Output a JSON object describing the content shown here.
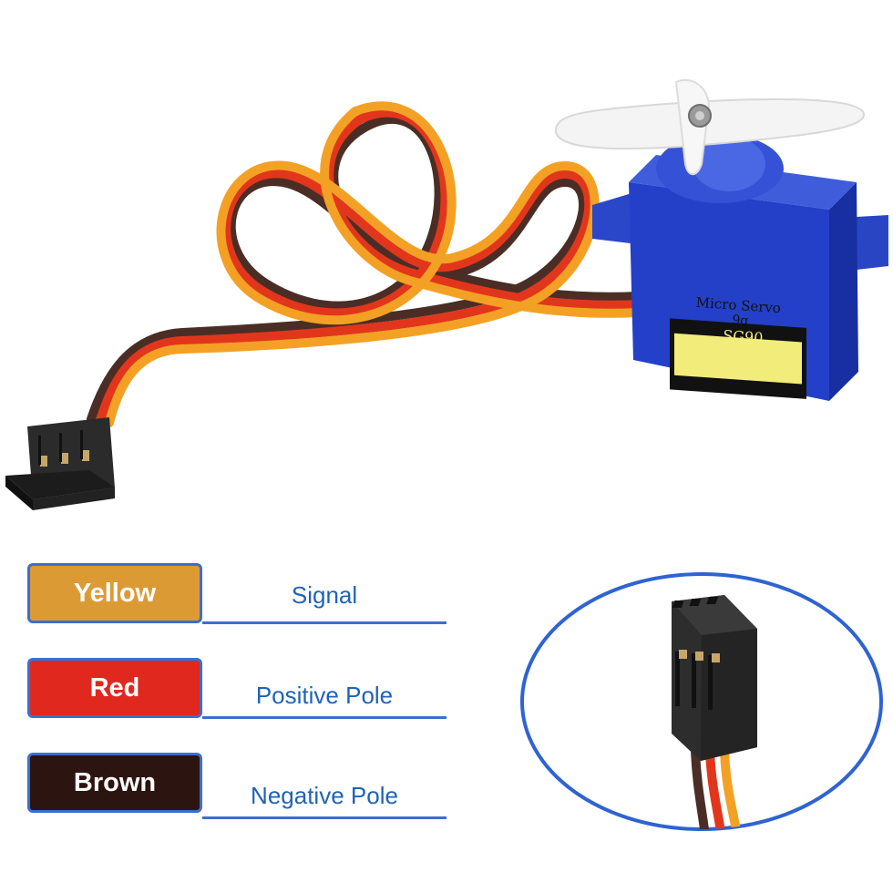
{
  "servo": {
    "label_line1": "Micro Servo",
    "label_line2": "9g",
    "label_line3": "SG90"
  },
  "wires": [
    {
      "color_name": "Yellow",
      "function": "Signal",
      "color": "#dc9a35"
    },
    {
      "color_name": "Red",
      "function": "Positive Pole",
      "color": "#e0281e"
    },
    {
      "color_name": "Brown",
      "function": "Negative Pole",
      "color": "#2c1410"
    }
  ],
  "colors": {
    "accent": "#3a6fd0",
    "servo_body": "#2440c8",
    "label_yellow": "#f2ec7a",
    "wire_orange": "#f3a125",
    "wire_red": "#e2361c",
    "wire_brown": "#4a2e26"
  }
}
